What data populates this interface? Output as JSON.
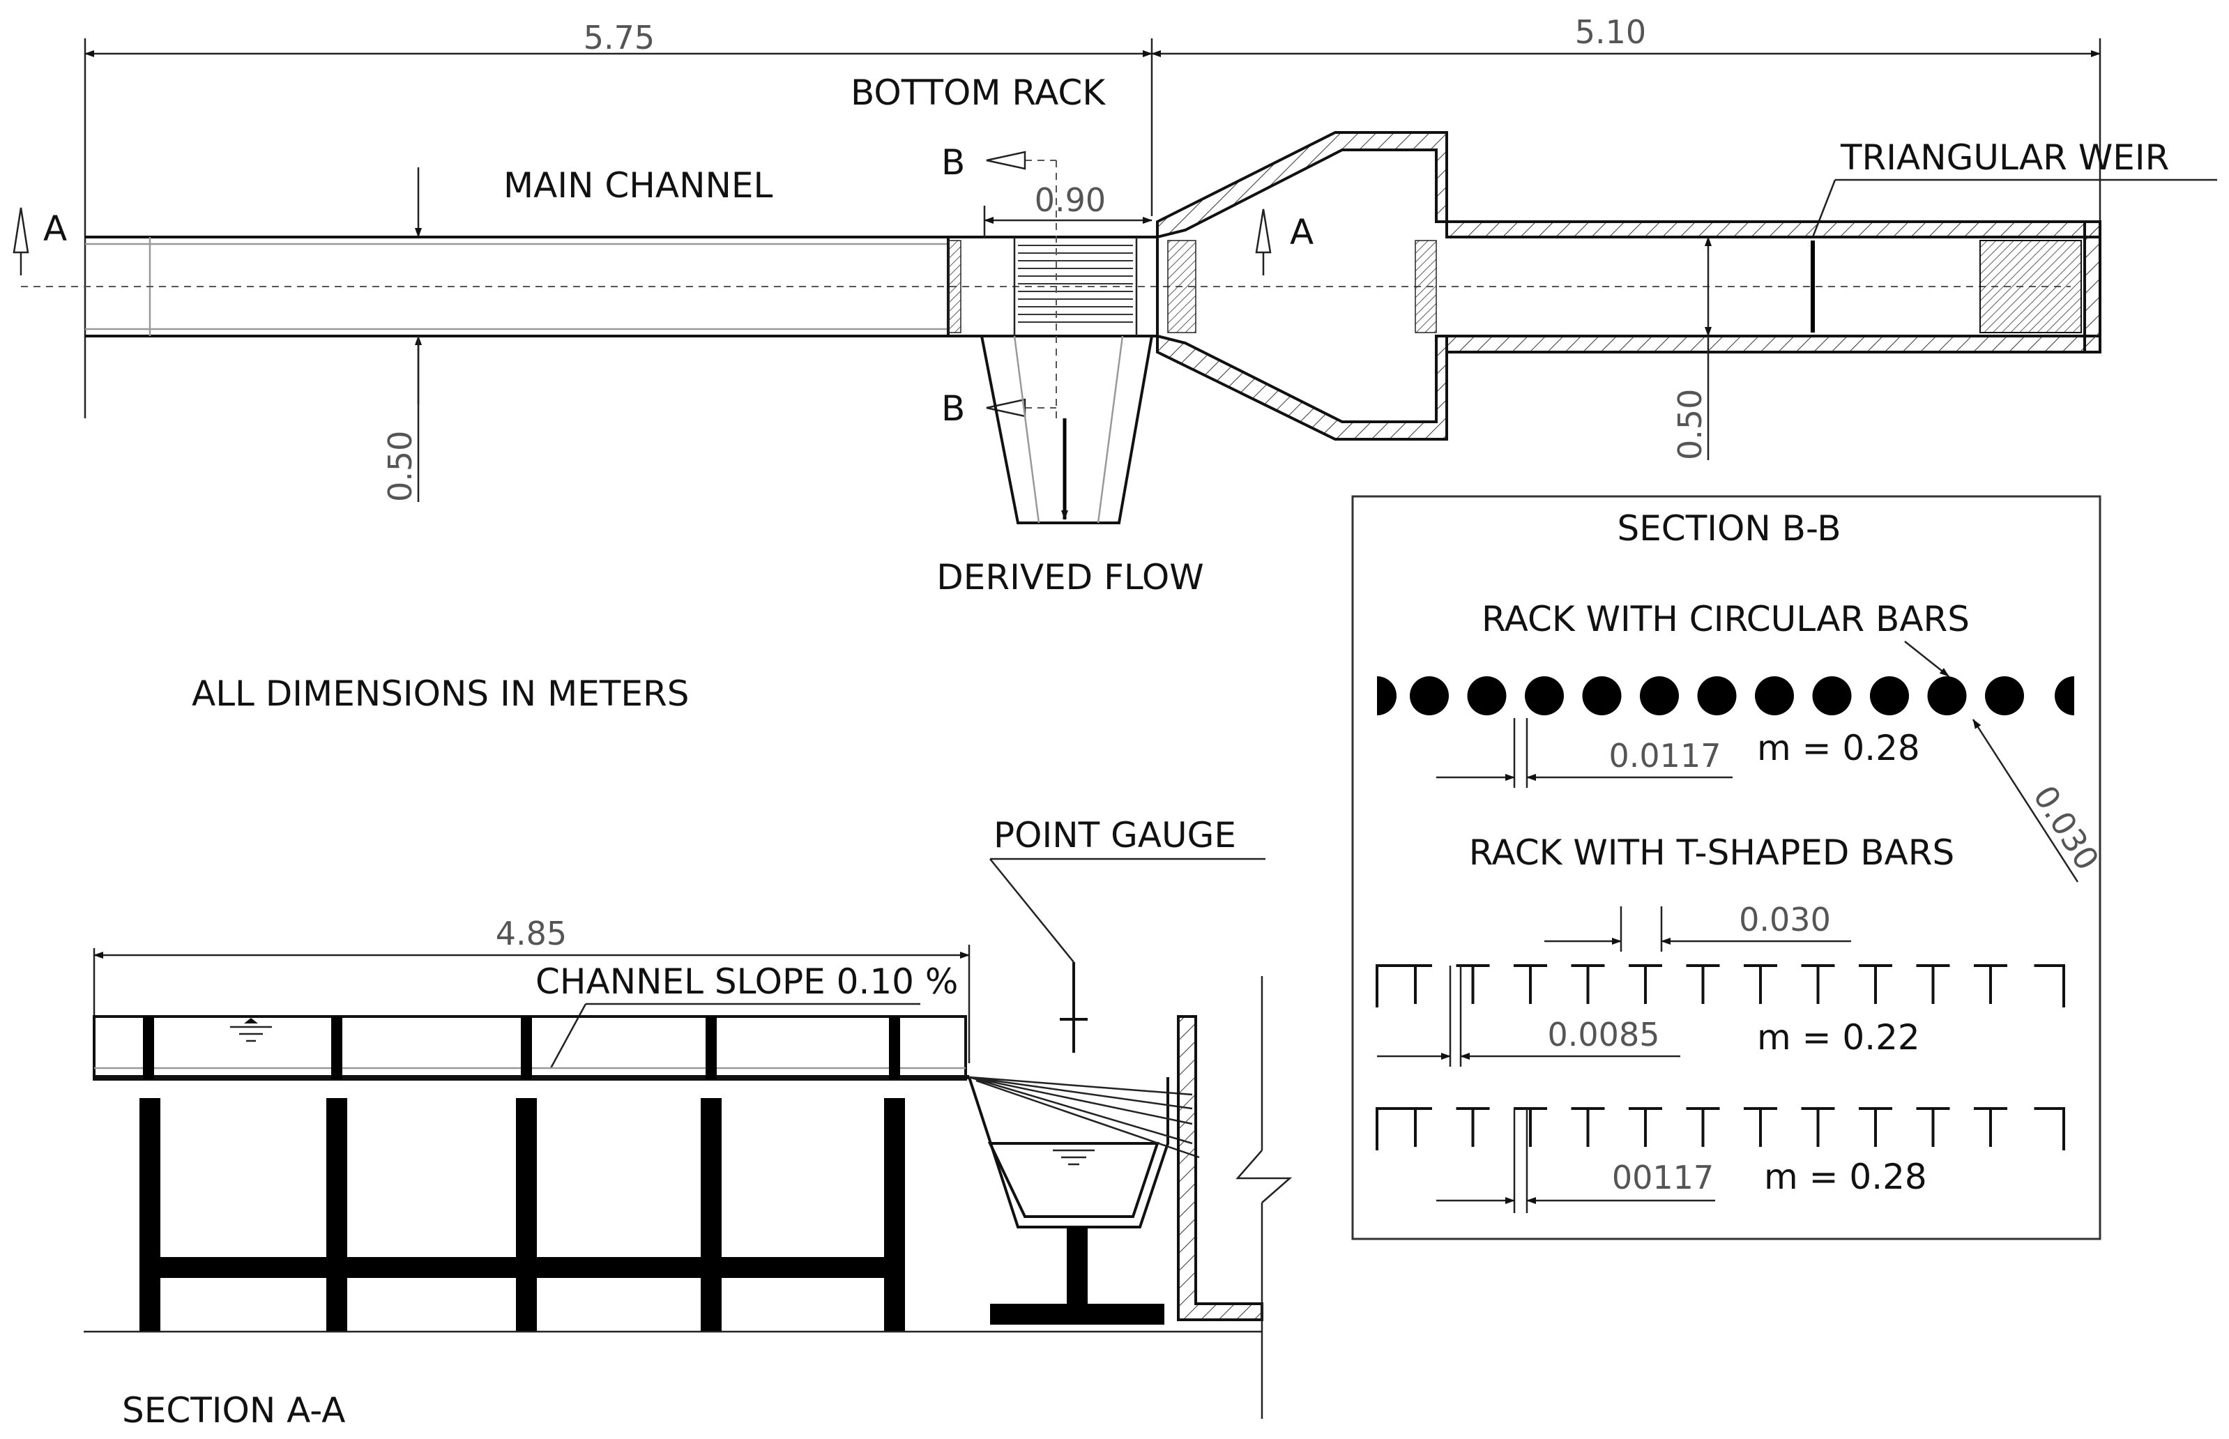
{
  "plan_view": {
    "dim_main_length": "5.75",
    "dim_downstream_length": "5.10",
    "bottom_rack": "BOTTOM RACK",
    "main_channel": "MAIN CHANNEL",
    "triangular_weir": "TRIANGULAR WEIR",
    "rack_width": "0.90",
    "channel_width_left": "0.50",
    "channel_width_right": "0.50",
    "section_a_left": "A",
    "section_a_right": "A",
    "section_b_top": "B",
    "section_b_bottom": "B",
    "derived_flow": "DERIVED FLOW"
  },
  "notes": {
    "units": "ALL DIMENSIONS IN METERS"
  },
  "section_aa": {
    "title": "SECTION A-A",
    "length": "4.85",
    "slope": "CHANNEL SLOPE 0.10 %",
    "point_gauge": "POINT GAUGE"
  },
  "section_bb": {
    "title": "SECTION B-B",
    "circular_title": "RACK WITH CIRCULAR BARS",
    "circular_spacing": "0.0117",
    "circular_m": "m = 0.28",
    "circular_diameter": "0.030",
    "tshaped_title": "RACK WITH T-SHAPED BARS",
    "tshaped_width": "0.030",
    "tshaped_spacing_1": "0.0085",
    "tshaped_m_1": "m = 0.22",
    "tshaped_spacing_2": "00117",
    "tshaped_m_2": "m = 0.28"
  }
}
